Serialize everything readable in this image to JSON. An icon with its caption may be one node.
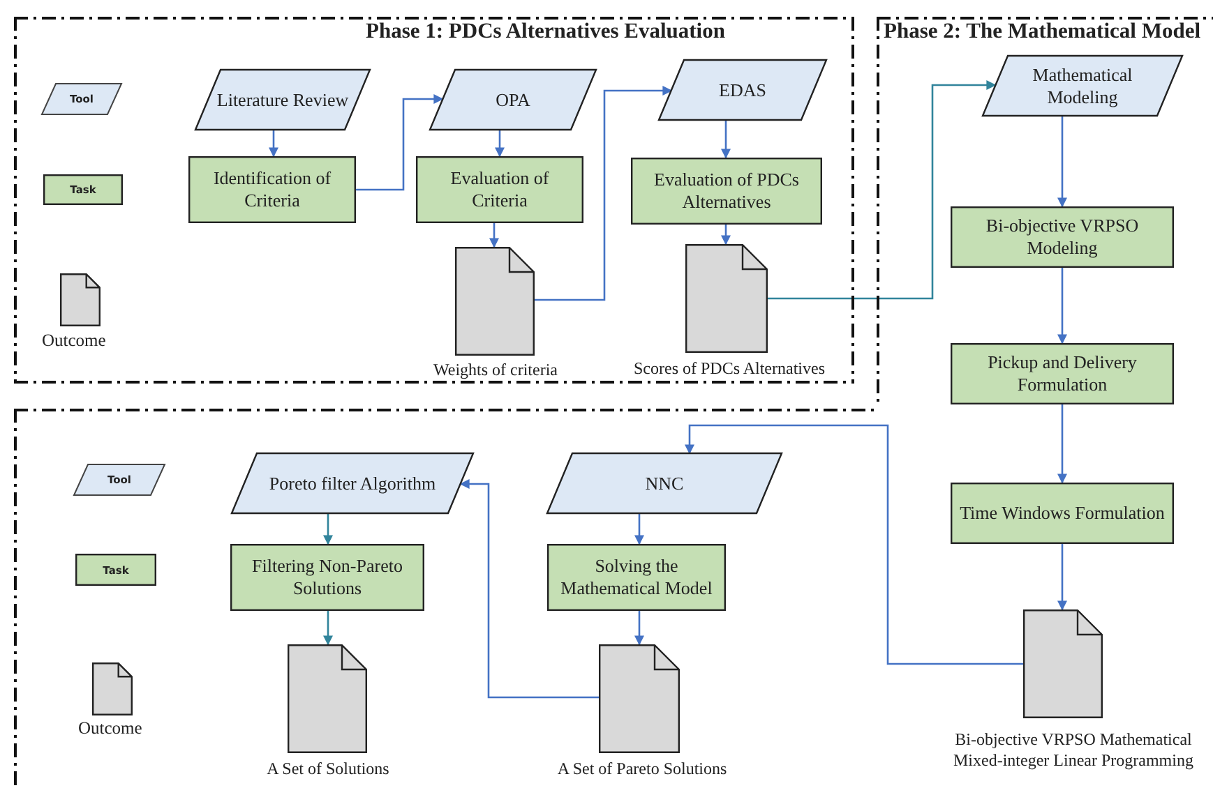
{
  "diagram": {
    "nodes": [
      {
        "text": [
          "Phase 1: PDCs Alternatives Evaluation"
        ]
      },
      {
        "text": [
          "Literature Review"
        ],
        "in": 0
      },
      {
        "text": [
          "Identification of Criteria"
        ],
        "in": 0
      },
      {
        "text": [
          "OPA"
        ],
        "in": 0
      },
      {
        "text": [
          "Evaluation of Criteria"
        ],
        "in": 0
      },
      {
        "text": [],
        "shape": "document",
        "in": 0,
        "beside": [
          "Weights of criteria"
        ]
      },
      {
        "text": [
          "EDAS"
        ],
        "in": 0
      },
      {
        "text": [
          "Evaluation of PDCs Alternatives"
        ],
        "in": 0
      },
      {
        "text": [],
        "shape": "document",
        "in": 0,
        "beside": [
          "Scores of PDCs Alternatives"
        ]
      },
      {
        "text": [
          "Phase 2: The Mathematical Model"
        ]
      },
      {
        "text": [
          "Mathematical Modeling"
        ],
        "in": 9
      },
      {
        "text": [
          "Bi-objective VRPSO Modeling"
        ],
        "in": 9
      },
      {
        "text": [
          "Pickup and Delivery Formulation"
        ],
        "in": 9
      },
      {
        "text": [
          "Time Windows Formulation"
        ]
      },
      {
        "text": [],
        "shape": "document",
        "beside": [
          "Bi-objective VRPSO Mathematical Mixed-integer Linear Programming"
        ]
      },
      {
        "text": [],
        "shape": "box"
      },
      {
        "text": [
          "Poreto filter Algorithm"
        ],
        "in": 15
      },
      {
        "text": [
          "Filtering Non-Pareto Solutions"
        ],
        "in": 15
      },
      {
        "text": [],
        "shape": "document",
        "in": 15,
        "beside": [
          "A Set of  Solutions"
        ]
      },
      {
        "text": [
          "NNC"
        ],
        "in": 15
      },
      {
        "text": [
          "Solving the Mathematical Model"
        ],
        "in": 15
      },
      {
        "text": [],
        "shape": "document",
        "in": 15,
        "beside": [
          "A Set of  Pareto Solutions"
        ]
      }
    ],
    "edges": [
      {
        "from": 1,
        "to": 2,
        "arrow": "to"
      },
      {
        "from": 2,
        "to": 3,
        "arrow": "to"
      },
      {
        "from": 3,
        "to": 4,
        "arrow": "to"
      },
      {
        "from": 4,
        "to": 5,
        "arrow": "to"
      },
      {
        "from": 5,
        "to": 6,
        "arrow": "to"
      },
      {
        "from": 6,
        "to": 7,
        "arrow": "to"
      },
      {
        "from": 7,
        "to": 8,
        "arrow": "to"
      },
      {
        "from": 8,
        "to": 10,
        "arrow": "to",
        "color": "#31849b"
      },
      {
        "from": 10,
        "to": 11,
        "arrow": "to"
      },
      {
        "from": 11,
        "to": 12,
        "arrow": "to"
      },
      {
        "from": 12,
        "to": 13,
        "arrow": "to"
      },
      {
        "from": 13,
        "to": 14,
        "arrow": "to"
      },
      {
        "from": 14,
        "to": 19,
        "arrow": "to"
      },
      {
        "from": 19,
        "to": 20,
        "arrow": "to"
      },
      {
        "from": 20,
        "to": 21,
        "arrow": "to"
      },
      {
        "from": 21,
        "to": 16,
        "arrow": "to"
      },
      {
        "from": 16,
        "to": 17,
        "arrow": "to",
        "color": "#31849b"
      },
      {
        "from": 17,
        "to": 18,
        "arrow": "to",
        "color": "#31849b"
      }
    ],
    "legend": [
      {
        "text": "Tool"
      },
      {
        "text": "Task"
      },
      {
        "text": "Outcome"
      },
      {
        "text": "Tool"
      },
      {
        "text": "Task"
      },
      {
        "text": "Outcome"
      }
    ]
  }
}
